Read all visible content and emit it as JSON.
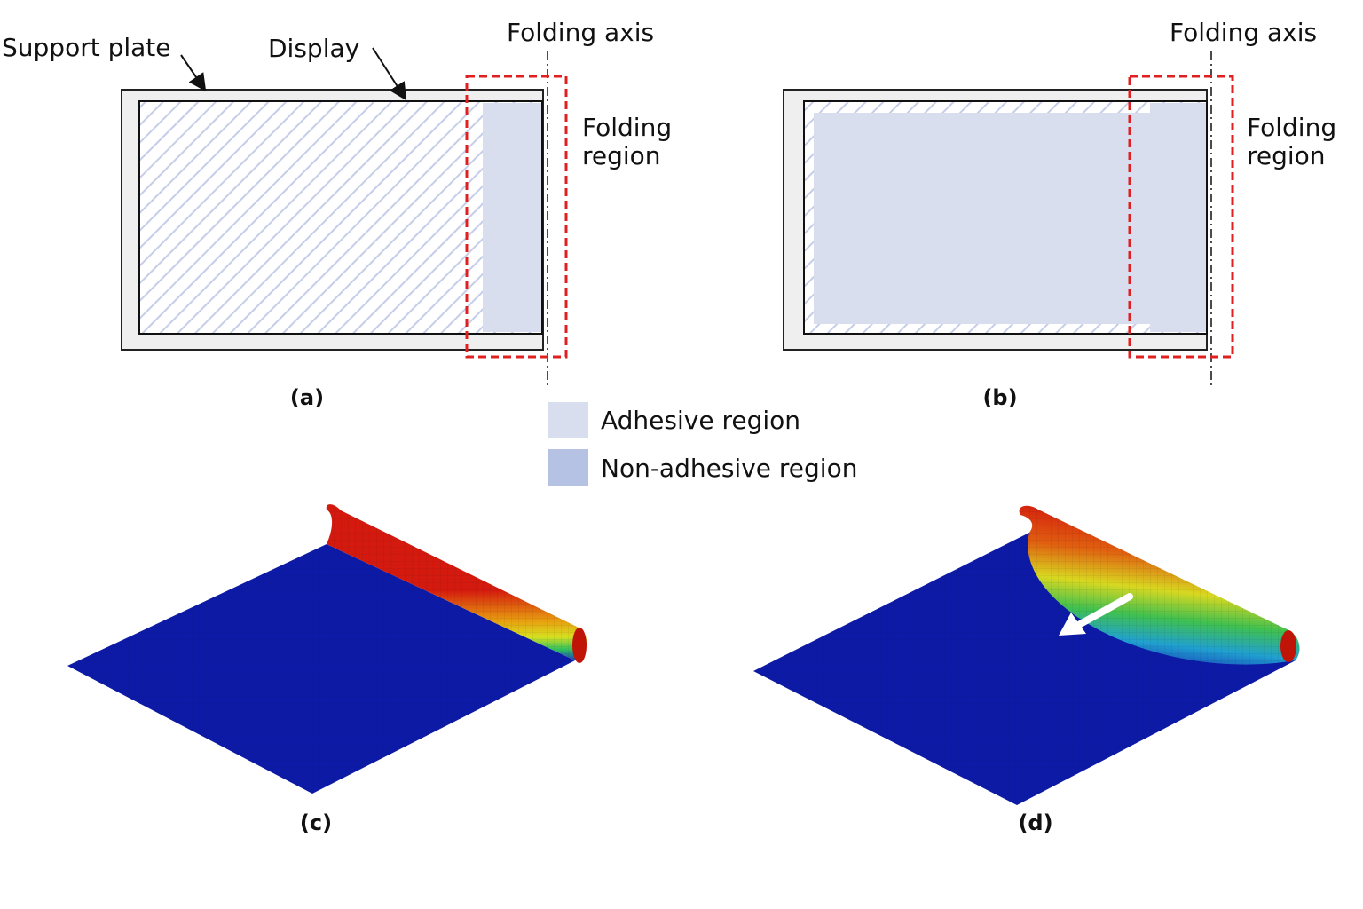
{
  "panel_a": {
    "support_plate_label": "Support plate",
    "display_label": "Display",
    "folding_axis_label": "Folding axis",
    "folding_region_line1": "Folding",
    "folding_region_line2": "region",
    "caption": "(a)"
  },
  "panel_b": {
    "folding_axis_label": "Folding axis",
    "folding_region_line1": "Folding",
    "folding_region_line2": "region",
    "caption": "(b)"
  },
  "legend": {
    "adhesive_label": "Adhesive region",
    "non_adhesive_label": "Non-adhesive region"
  },
  "panel_c": {
    "caption": "(c)"
  },
  "panel_d": {
    "caption": "(d)"
  },
  "colors": {
    "adhesive": "#d9deef",
    "non_adhesive": "#b6c2e4",
    "support_plate": "#efefef",
    "folding_box": "#e02020",
    "hatch": "#c5cde8",
    "fea_low": "#0d1aa6",
    "fea_high": "#d41a0e"
  }
}
